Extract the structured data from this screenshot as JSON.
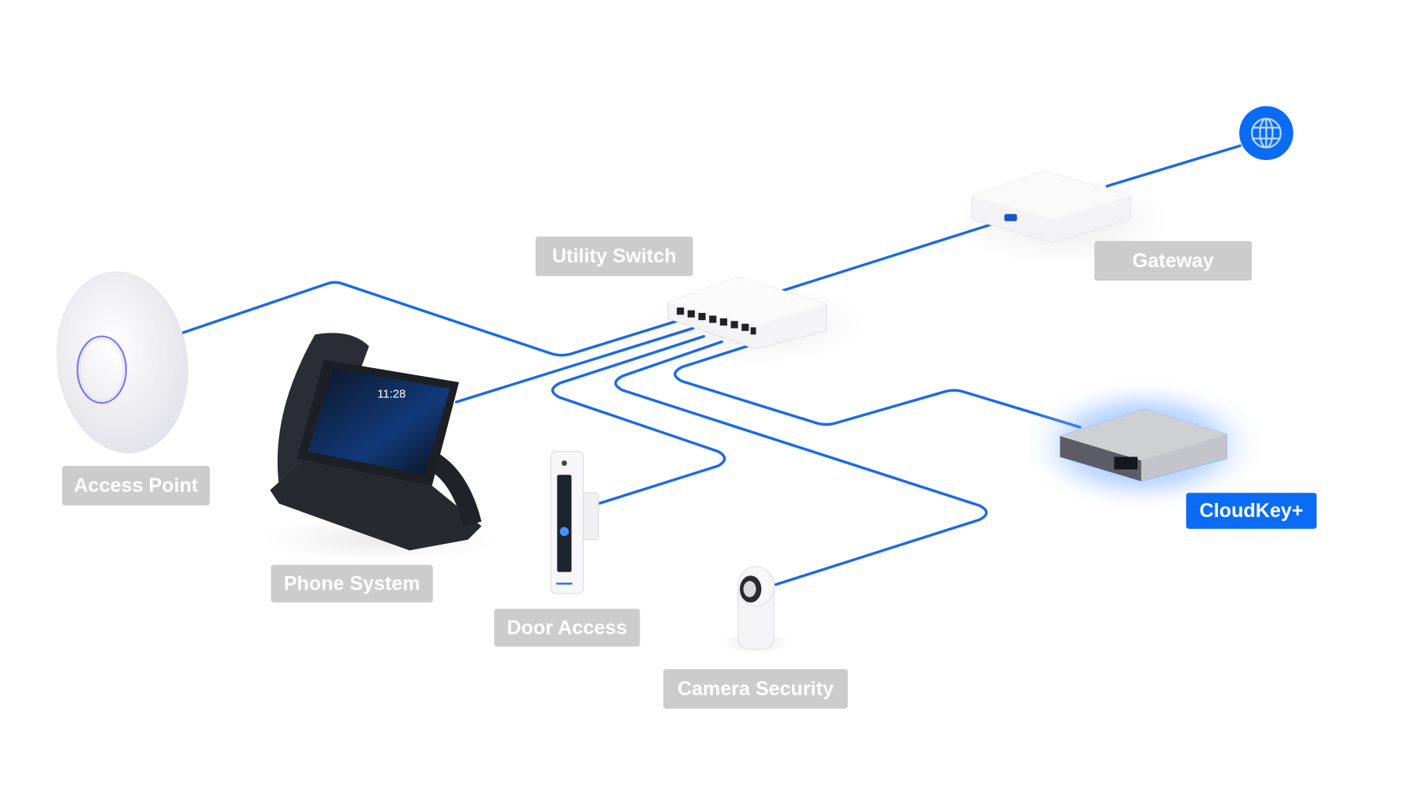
{
  "diagram": {
    "title": "Network topology",
    "colors": {
      "wire": "#1a6ae8",
      "accent": "#0a6cf5",
      "label_bg": "#cccccc",
      "label_text": "#ffffff"
    },
    "nodes": [
      {
        "id": "internet",
        "icon": "globe-icon"
      },
      {
        "id": "gateway",
        "label": "Gateway"
      },
      {
        "id": "switch",
        "label": "Utility Switch"
      },
      {
        "id": "access_point",
        "label": "Access Point"
      },
      {
        "id": "phone",
        "label": "Phone System",
        "screen_time": "11:28"
      },
      {
        "id": "door",
        "label": "Door Access"
      },
      {
        "id": "camera",
        "label": "Camera Security"
      },
      {
        "id": "cloudkey",
        "label": "CloudKey+",
        "highlighted": true
      }
    ],
    "links": [
      [
        "internet",
        "gateway"
      ],
      [
        "gateway",
        "switch"
      ],
      [
        "switch",
        "access_point"
      ],
      [
        "switch",
        "phone"
      ],
      [
        "switch",
        "door"
      ],
      [
        "switch",
        "camera"
      ],
      [
        "switch",
        "cloudkey"
      ]
    ]
  }
}
